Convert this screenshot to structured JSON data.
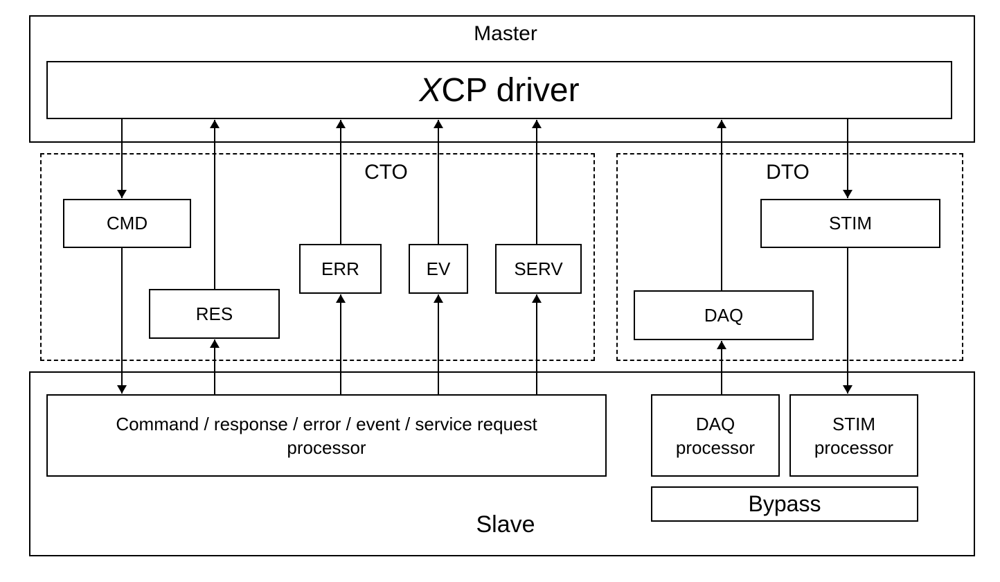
{
  "master": {
    "title": "Master",
    "driver_prefix": "X",
    "driver_rest": "CP driver"
  },
  "cto": {
    "title": "CTO",
    "cmd": "CMD",
    "res": "RES",
    "err": "ERR",
    "ev": "EV",
    "serv": "SERV"
  },
  "dto": {
    "title": "DTO",
    "stim": "STIM",
    "daq": "DAQ"
  },
  "slave": {
    "title": "Slave",
    "processor_line1": "Command / response / error / event / service request",
    "processor_line2": "processor",
    "daq_line1": "DAQ",
    "daq_line2": "processor",
    "stim_line1": "STIM",
    "stim_line2": "processor",
    "bypass": "Bypass"
  }
}
